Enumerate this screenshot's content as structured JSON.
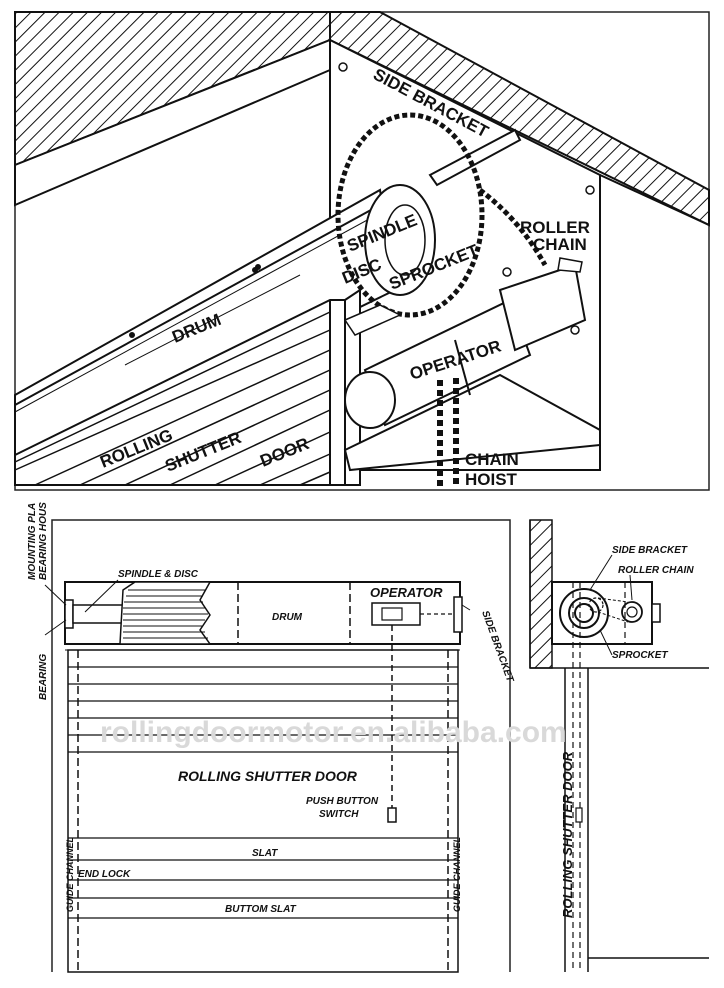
{
  "top_panel": {
    "labels": {
      "side_bracket": "SIDE BRACKET",
      "roller": "ROLLER",
      "chain": "CHAIN",
      "spindle": "SPINDLE",
      "disc": "DISC",
      "sprocket": "SPROCKET",
      "drum": "DRUM",
      "operator": "OPERATOR",
      "rolling": "ROLLING",
      "shutter": "SHUTTER",
      "door": "DOOR",
      "chain_hoist_1": "CHAIN",
      "chain_hoist_2": "HOIST"
    }
  },
  "front_view": {
    "labels": {
      "mounting_plate": "MOUNTING PLA",
      "bearing_housing": "BEARING HOUS",
      "bearing": "BEARING",
      "spindle_disc": "SPINDLE & DISC",
      "drum": "DRUM",
      "operator": "OPERATOR",
      "side_bracket": "SIDE BRACKET",
      "rolling_shutter_door": "ROLLING SHUTTER DOOR",
      "push_button_1": "PUSH BUTTON",
      "push_button_2": "SWITCH",
      "slat": "SLAT",
      "end_lock": "END LOCK",
      "buttom_slat": "BUTTOM SLAT",
      "guide_channel_left": "GUIDE CHANNEL",
      "guide_channel_right": "GUIDE CHANNEL"
    }
  },
  "side_view": {
    "labels": {
      "side_bracket": "SIDE BRACKET",
      "roller_chain": "ROLLER CHAIN",
      "sprocket": "SPROCKET",
      "rolling_shutter_door": "ROLLING SHUTTER DOOR"
    }
  },
  "watermark": "rollingdoormotor.en.alibaba.com"
}
